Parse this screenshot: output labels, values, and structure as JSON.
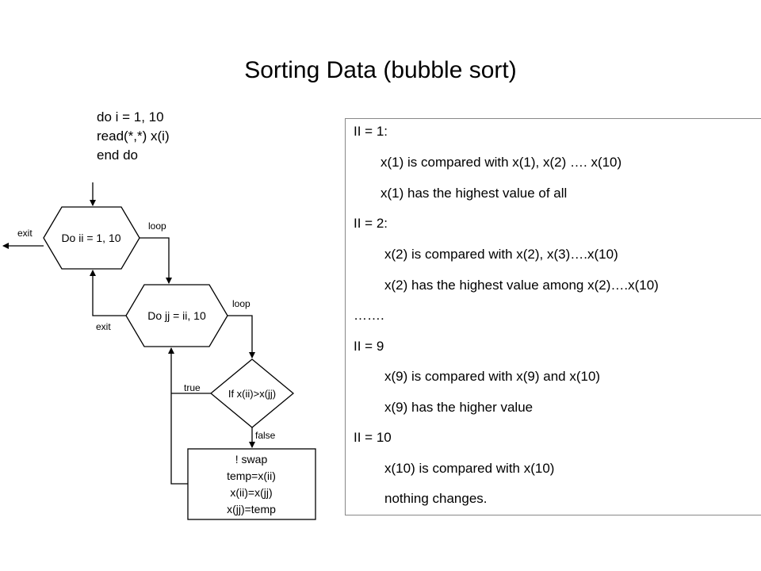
{
  "title": "Sorting Data (bubble sort)",
  "code_lines": [
    "do i = 1, 10",
    "read(*,*) x(i)",
    "end do"
  ],
  "flow": {
    "outer_loop": "Do ii = 1, 10",
    "inner_loop": "Do jj = ii, 10",
    "condition": "If x(ii)>x(jj)",
    "swap_lines": [
      "! swap",
      "temp=x(ii)",
      "x(ii)=x(jj)",
      "x(jj)=temp"
    ],
    "outer_exit": "exit",
    "outer_loop_label": "loop",
    "inner_exit": "exit",
    "inner_loop_label": "loop",
    "true_label": "true",
    "false_label": "false"
  },
  "explanation": [
    {
      "text": "II = 1:",
      "indent": 0
    },
    {
      "text": "x(1) is compared with x(1), x(2) …. x(10)",
      "indent": 1
    },
    {
      "text": "x(1) has the highest value of all",
      "indent": 1
    },
    {
      "text": "II = 2:",
      "indent": 0
    },
    {
      "text": "x(2) is compared with x(2), x(3)….x(10)",
      "indent": 2
    },
    {
      "text": "x(2) has the highest value among x(2)….x(10)",
      "indent": 2
    },
    {
      "text": "…….",
      "indent": 0
    },
    {
      "text": "II = 9",
      "indent": 0
    },
    {
      "text": "x(9) is compared with x(9) and x(10)",
      "indent": 2
    },
    {
      "text": "x(9) has the higher value",
      "indent": 2
    },
    {
      "text": "II = 10",
      "indent": 0
    },
    {
      "text": "x(10) is compared with x(10)",
      "indent": 2
    },
    {
      "text": "nothing changes.",
      "indent": 2
    }
  ]
}
